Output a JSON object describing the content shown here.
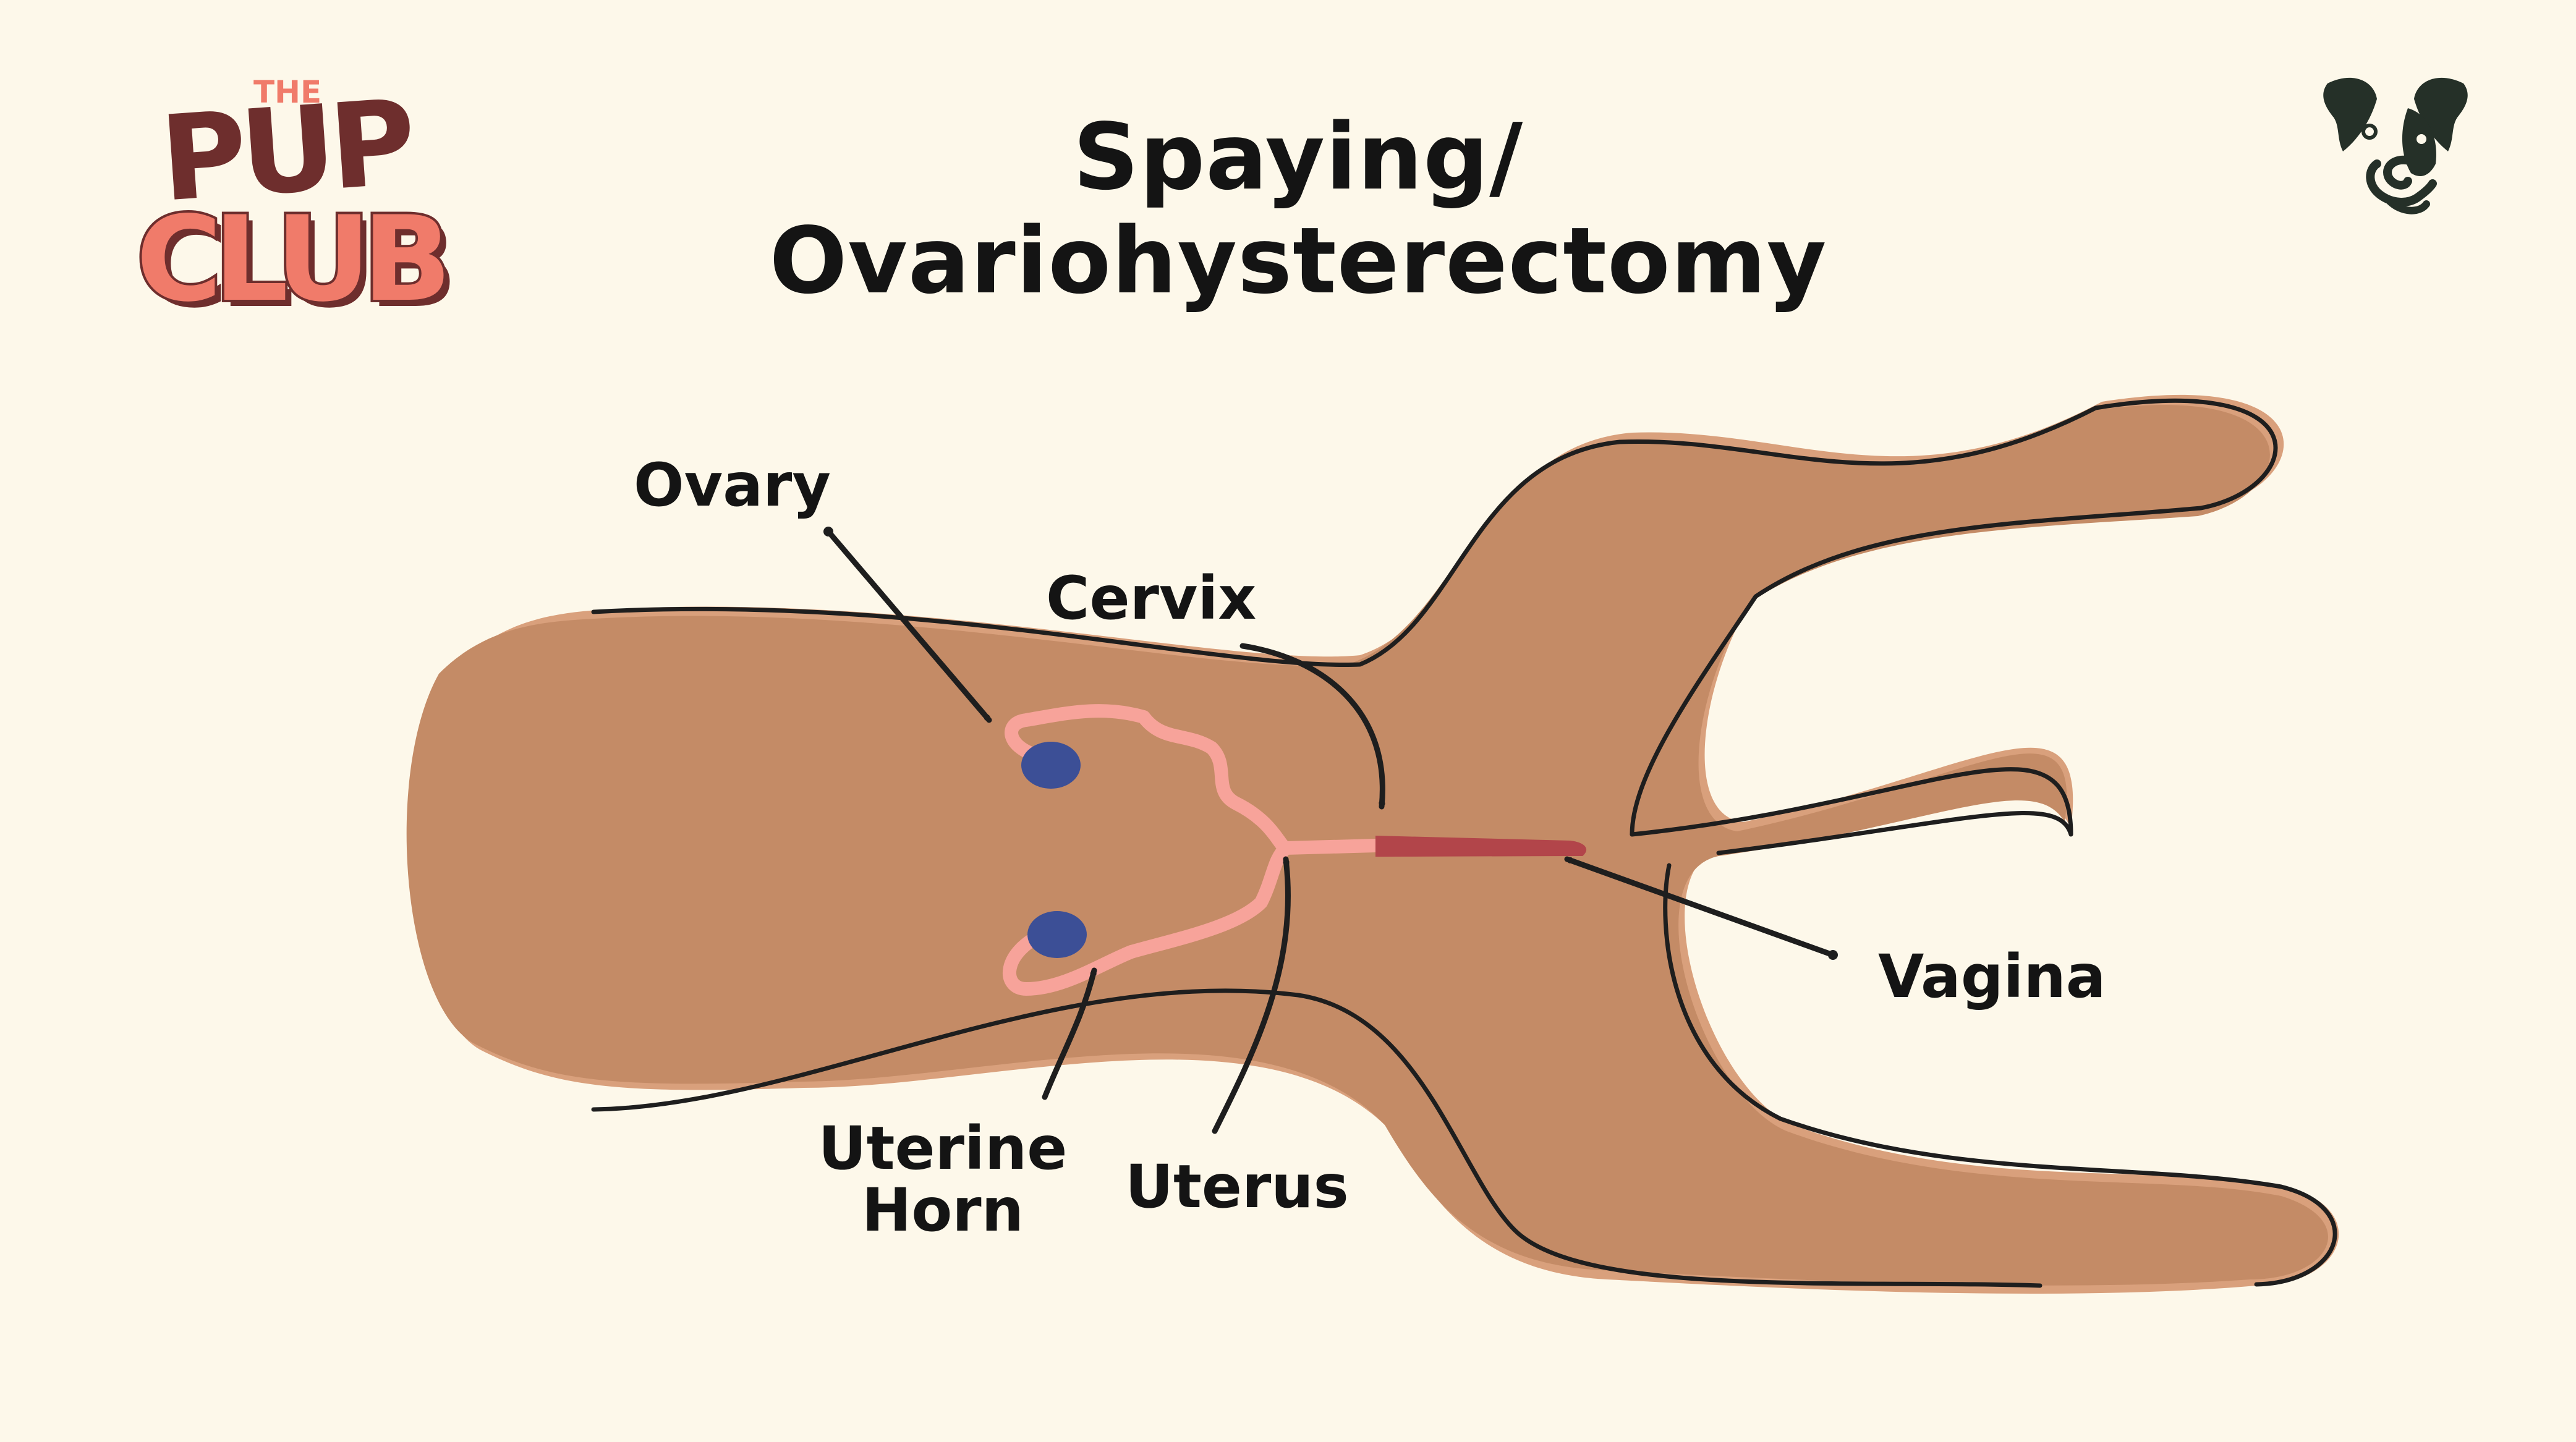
{
  "title": {
    "line1": "Spaying/",
    "line2": "Ovariohysterectomy"
  },
  "labels": {
    "ovary": "Ovary",
    "cervix": "Cervix",
    "vagina": "Vagina",
    "uterine_horn_line1": "Uterine",
    "uterine_horn_line2": "Horn",
    "uterus": "Uterus"
  },
  "logo": {
    "the": "THE",
    "pup": "PUP",
    "club": "CLUB"
  },
  "icons": {
    "brand_logo": "pup-club-logo",
    "corner_icon": "dog-ampersand-icon"
  },
  "colors": {
    "background": "#fdf8ea",
    "body": "#c48b66",
    "body_shadow": "#d9a07c",
    "outline": "#1e1e1e",
    "uterine_horn": "#f7a39a",
    "vagina": "#b2454a",
    "ovary": "#3c4f96",
    "logo_coral": "#f07b6a",
    "logo_maroon": "#6e2e2d"
  }
}
